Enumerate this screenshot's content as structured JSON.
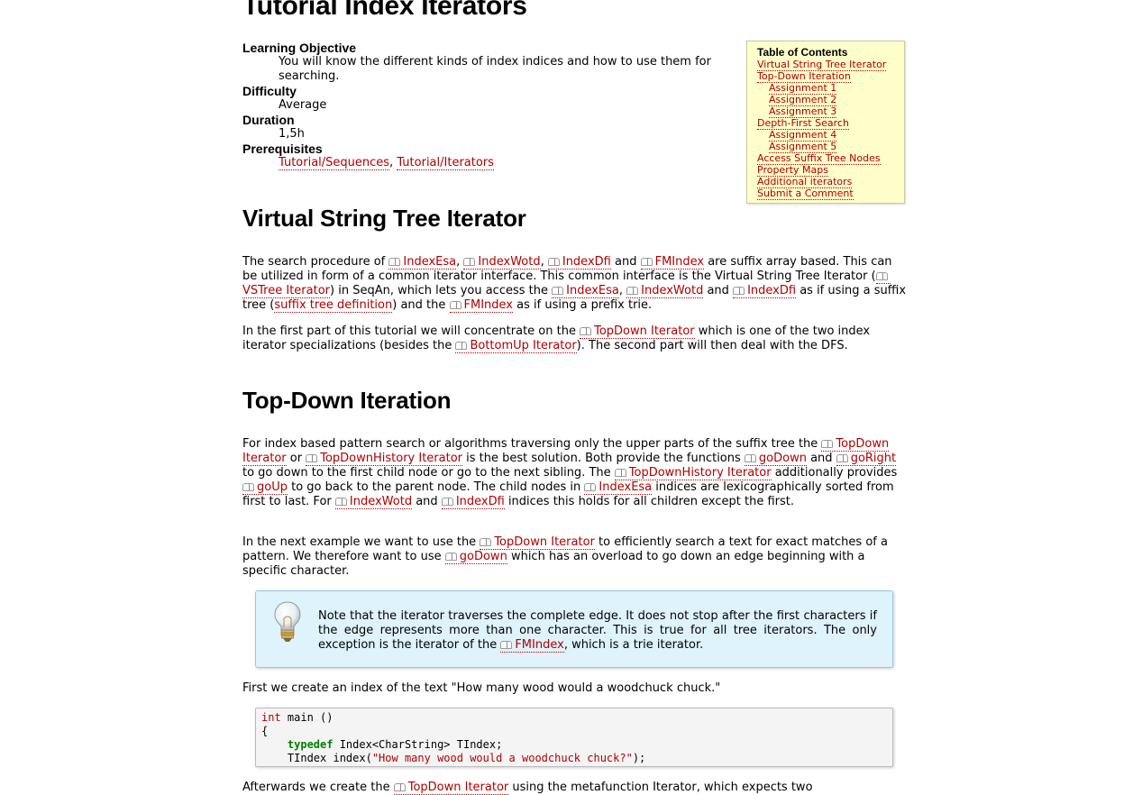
{
  "page_title": "Tutorial Index Iterators",
  "meta": {
    "learning_objective_label": "Learning Objective",
    "learning_objective": "You will know the different kinds of index indices and how to use them for searching.",
    "difficulty_label": "Difficulty",
    "difficulty": "Average",
    "duration_label": "Duration",
    "duration": "1,5h",
    "prerequisites_label": "Prerequisites",
    "prereq_1": "Tutorial/Sequences",
    "prereq_sep": ", ",
    "prereq_2": "Tutorial/Iterators"
  },
  "toc": {
    "title": "Table of Contents",
    "items": [
      {
        "label": "Virtual String Tree Iterator"
      },
      {
        "label": "Top-Down Iteration"
      },
      {
        "label": "Assignment 1"
      },
      {
        "label": "Assignment 2"
      },
      {
        "label": "Assignment 3"
      },
      {
        "label": "Depth-First Search"
      },
      {
        "label": "Assignment 4"
      },
      {
        "label": "Assignment 5"
      },
      {
        "label": "Access Suffix Tree Nodes"
      },
      {
        "label": "Property Maps"
      },
      {
        "label": "Additional iterators"
      },
      {
        "label": "Submit a Comment"
      }
    ]
  },
  "section1": {
    "heading": "Virtual String Tree Iterator",
    "p1": {
      "t1": "The search procedure of ",
      "l1": "IndexEsa",
      "t2": ", ",
      "l2": "IndexWotd",
      "t3": ", ",
      "l3": "IndexDfi",
      "t4": " and ",
      "l4": "FMIndex",
      "t5": " are suffix array based. This can be utilized in form of a common iterator interface. This common interface is the Virtual String Tree Iterator (",
      "l5": "VSTree Iterator",
      "t6": ") in SeqAn, which lets you access the ",
      "l6": "IndexEsa",
      "t7": ", ",
      "l7": "IndexWotd",
      "t8": " and ",
      "l8": "IndexDfi",
      "t9": " as if using a suffix tree (",
      "l9": "suffix tree definition",
      "t10": ") and the ",
      "l10": "FMIndex",
      "t11": " as if using a prefix trie."
    },
    "p2": {
      "t1": "In the first part of this tutorial we will concentrate on the ",
      "l1": "TopDown Iterator",
      "t2": " which is one of the two index iterator specializations (besides the ",
      "l2": "BottomUp Iterator",
      "t3": "). The second part will then deal with the DFS."
    }
  },
  "section2": {
    "heading": "Top-Down Iteration",
    "p1": {
      "t1": "For index based pattern search or algorithms traversing only the upper parts of the suffix tree the ",
      "l1": "TopDown Iterator",
      "t2": " or ",
      "l2": "TopDownHistory Iterator",
      "t3": " is the best solution. Both provide the functions ",
      "l3": "goDown",
      "t4": " and ",
      "l4": "goRight",
      "t5": " to go down to the first child node or go to the next sibling. The ",
      "l5": "TopDownHistory Iterator",
      "t6": " additionally provides ",
      "l6": "goUp",
      "t7": " to go back to the parent node. The child nodes in ",
      "l7": "IndexEsa",
      "t8": " indices are lexicographically sorted from first to last. For ",
      "l8": "IndexWotd",
      "t9": " and ",
      "l9": "IndexDfi",
      "t10": " indices this holds for all children except the first."
    },
    "p2": {
      "t1": "In the next example we want to use the ",
      "l1": "TopDown Iterator",
      "t2": " to efficiently search a text for exact matches of a pattern. We therefore want to use ",
      "l2": "goDown",
      "t3": " which has an overload to go down an edge beginning with a specific character."
    },
    "note": {
      "t1": "Note that the iterator traverses the complete edge. It does not stop after the first characters if the edge represents more than one character. This is true for all tree iterators. The only exception is the iterator of the ",
      "l1": "FMIndex",
      "t2": ", which is a trie iterator."
    },
    "p3": "First we create an index of the text \"How many wood would a woodchuck chuck.\"",
    "code": {
      "kw_int": "int",
      "line1_rest": " main ()",
      "line2": "{",
      "kw_typedef": "typedef",
      "line3_rest": " Index<CharString> TIndex;",
      "line4_a": "    TIndex index(",
      "line4_str": "\"How many wood would a woodchuck chuck?\"",
      "line4_b": ");"
    },
    "p4": {
      "t1": "Afterwards we create the ",
      "l1": "TopDown Iterator",
      "t2": " using the metafunction Iterator, which expects two"
    }
  }
}
